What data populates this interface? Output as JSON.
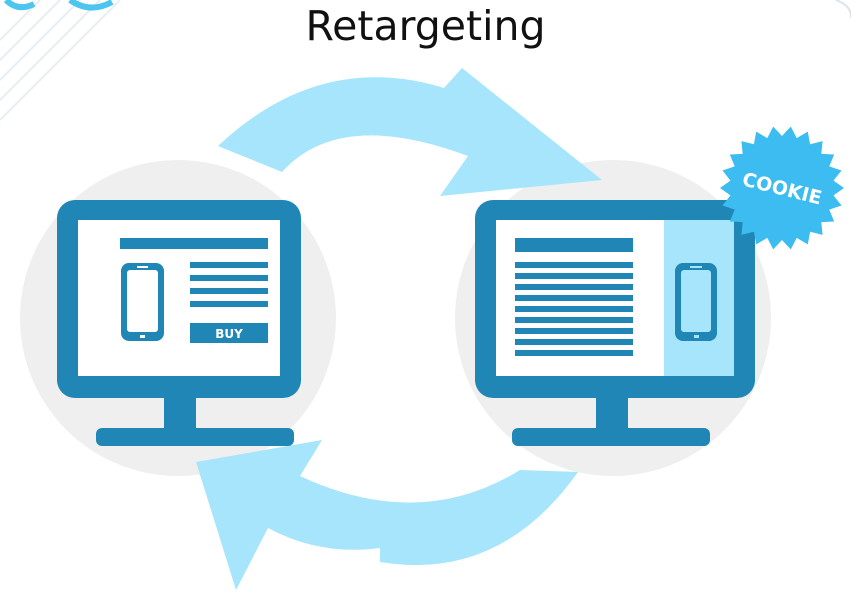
{
  "title": "Retargeting",
  "left_screen": {
    "button_label": "BUY"
  },
  "right_screen": {
    "badge_label": "COOKIE"
  },
  "colors": {
    "monitor": "#1f86b5",
    "screen": "#ffffff",
    "arrow": "#a6e5fb",
    "circle_bg": "#efefef",
    "badge": "#3cbcf0",
    "sidebar": "#a6e5fb",
    "deco_lines": "#e8eef4"
  },
  "icons": [
    "monitor-icon",
    "smartphone-icon",
    "cookie-badge-icon",
    "cycle-arrow-icon"
  ]
}
